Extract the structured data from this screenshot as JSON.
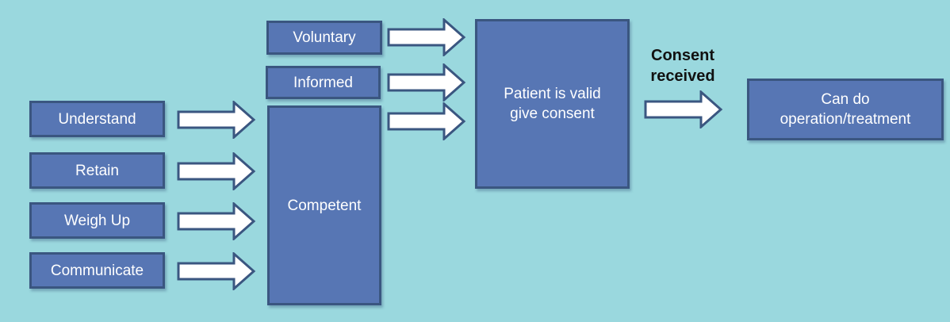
{
  "diagram": {
    "title_hint": "patient-consent-flowchart",
    "colors": {
      "background": "#9ad8de",
      "box_fill": "#5776b4",
      "box_border": "#3a5680",
      "box_text": "#ffffff",
      "arrow_fill": "#ffffff",
      "arrow_outline": "#3a5680",
      "annotation_text": "#111111"
    },
    "criteria": {
      "understand": "Understand",
      "retain": "Retain",
      "weigh_up": "Weigh Up",
      "communicate": "Communicate"
    },
    "conditions": {
      "voluntary": "Voluntary",
      "informed": "Informed",
      "competent": "Competent"
    },
    "outcome": {
      "line1": "Patient is valid",
      "line2": "give consent"
    },
    "transition": {
      "line1": "Consent",
      "line2": "received"
    },
    "result": {
      "line1": "Can do",
      "line2": "operation/treatment"
    }
  }
}
